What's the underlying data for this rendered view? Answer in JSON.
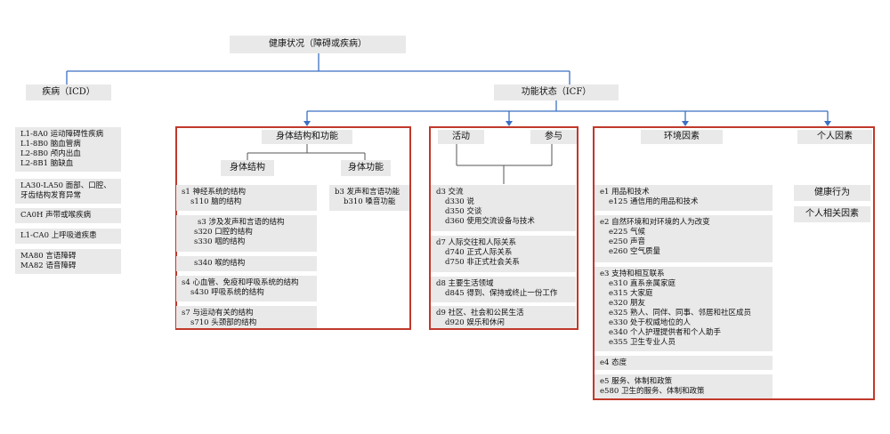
{
  "top": "健康状况（障碍或疾病）",
  "disease": {
    "header": "疾病（ICD）",
    "groups": [
      [
        "L1-8A0 运动障碍性疾病",
        "L1-8B0 脑血管病",
        "L2-8B0 颅内出血",
        "L2-8B1 脑缺血"
      ],
      [
        "LA30-LA50 面部、口腔、",
        "牙齿结构发育异常"
      ],
      [
        "CA0H 声带或喉疾病"
      ],
      [
        "L1-CA0 上呼吸道疾患"
      ],
      [
        "MA80 言语障碍",
        "MA82 语音障碍"
      ]
    ]
  },
  "icf": {
    "header": "功能状态（ICF）",
    "body": {
      "header": "身体结构和功能",
      "structure_header": "身体结构",
      "function_header": "身体功能",
      "structures": [
        {
          "title": "s1 神经系统的结构",
          "items": [
            "s110 脑的结构"
          ]
        },
        {
          "title": "s3 涉及发声和言语的结构",
          "items": [
            "s320 口腔的结构",
            "s330 咽的结构"
          ]
        },
        {
          "title": "s340 喉的结构",
          "items": []
        },
        {
          "title": "s4 心血管、免疫和呼吸系统的结构",
          "items": [
            "s430 呼吸系统的结构"
          ]
        },
        {
          "title": "s7 与运动有关的结构",
          "items": [
            "s710 头颈部的结构"
          ]
        }
      ],
      "functions": [
        {
          "title": "b3 发声和言语功能",
          "items": [
            "b310 嗓音功能"
          ]
        }
      ]
    },
    "activity": {
      "header_activity": "活动",
      "header_participation": "参与",
      "groups": [
        {
          "title": "d3 交流",
          "items": [
            "d330 说",
            "d350 交谈",
            "d360 使用交流设备与技术"
          ]
        },
        {
          "title": "d7 人际交往和人际关系",
          "items": [
            "d740 正式人际关系",
            "d750 非正式社会关系"
          ]
        },
        {
          "title": "d8 主要生活领域",
          "items": [
            "d845 得到、保持或终止一份工作"
          ]
        },
        {
          "title": "d9 社区、社会和公民生活",
          "items": [
            "d920 娱乐和休闲"
          ]
        }
      ]
    },
    "context": {
      "env_header": "环境因素",
      "personal_header": "个人因素",
      "env_groups": [
        {
          "title": "e1 用品和技术",
          "items": [
            "e125 通信用的用品和技术"
          ]
        },
        {
          "title": "e2 自然环境和对环境的人为改变",
          "items": [
            "e225 气候",
            "e250 声音",
            "e260 空气质量"
          ]
        },
        {
          "title": "e3 支持和相互联系",
          "items": [
            "e310 直系亲属家庭",
            "e315 大家庭",
            "e320 朋友",
            "e325 熟人、同伴、同事、邻居和社区成员",
            "e330 处于权威地位的人",
            "e340 个人护理提供者和个人助手",
            "e355 卫生专业人员"
          ]
        },
        {
          "title": "e4 态度",
          "items": []
        },
        {
          "title": "e5 服务、体制和政策",
          "items": [
            "e580 卫生的服务、体制和政策"
          ]
        }
      ],
      "personal_items": [
        "健康行为",
        "个人相关因素"
      ]
    }
  },
  "colors": {
    "connector": "#3b6fc4",
    "frame": "#c0392b",
    "box": "#e9e9e9"
  }
}
